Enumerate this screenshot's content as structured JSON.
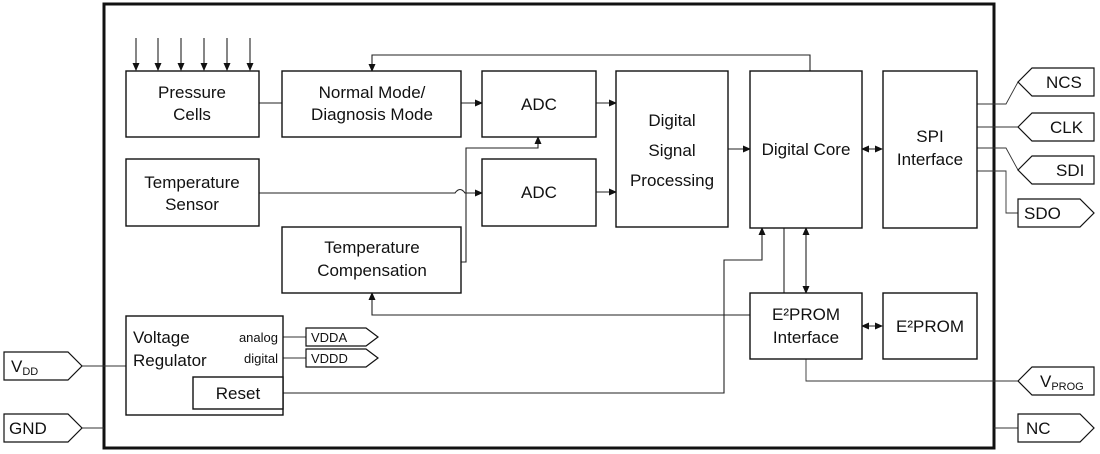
{
  "blocks": {
    "pressure_cells": [
      "Pressure",
      "Cells"
    ],
    "mode_switch": [
      "Normal Mode/",
      "Diagnosis Mode"
    ],
    "adc_top": "ADC",
    "adc_bottom": "ADC",
    "dsp": [
      "Digital",
      "Signal",
      "Processing"
    ],
    "digital_core": "Digital Core",
    "spi": [
      "SPI",
      "Interface"
    ],
    "temp_sensor": [
      "Temperature",
      "Sensor"
    ],
    "temp_comp": [
      "Temperature",
      "Compensation"
    ],
    "voltage_regulator": [
      "Voltage",
      "Regulator"
    ],
    "reg_analog": "analog",
    "reg_digital": "digital",
    "reset": "Reset",
    "eeprom_interface": [
      "E²PROM",
      "Interface"
    ],
    "eeprom": "E²PROM"
  },
  "internal_signals": {
    "vdda": "VDDA",
    "vddd": "VDDD"
  },
  "pins": {
    "ncs": "NCS",
    "clk": "CLK",
    "sdi": "SDI",
    "sdo": "SDO",
    "vprog_main": "V",
    "vprog_sub": "PROG",
    "nc": "NC",
    "vdd_main": "V",
    "vdd_sub": "DD",
    "gnd": "GND"
  }
}
